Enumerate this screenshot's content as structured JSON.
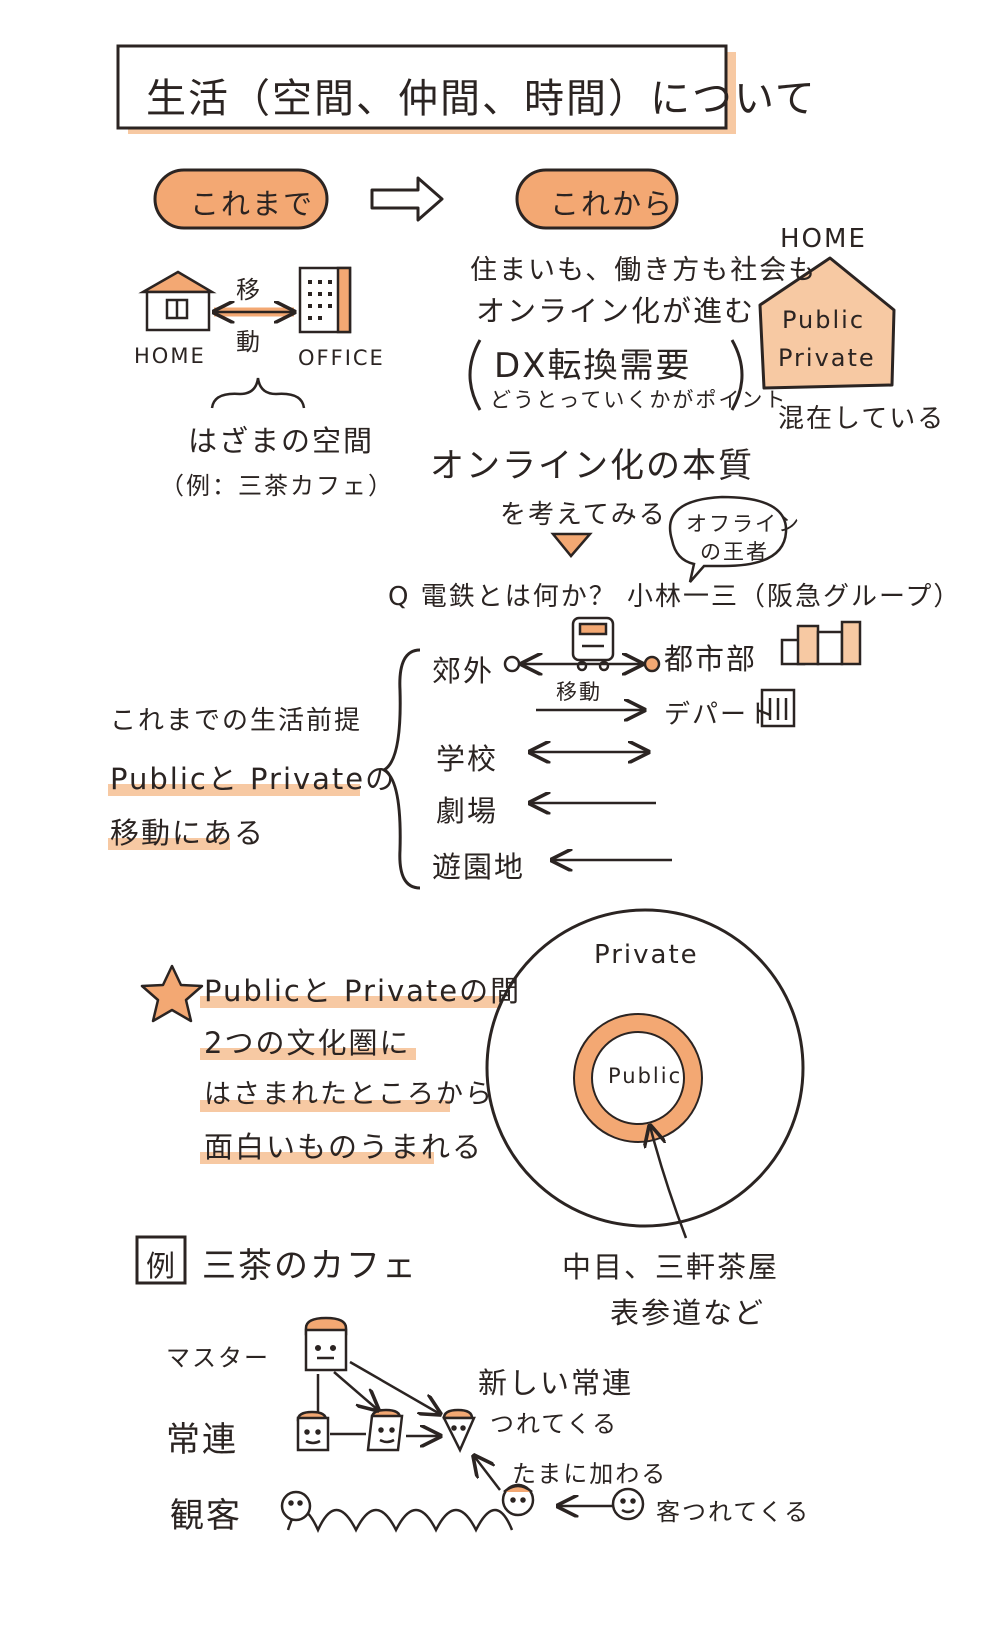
{
  "title": "生活（空間、仲間、時間）について",
  "pill_before": "これまで",
  "pill_after": "これから",
  "left": {
    "move_top": "移",
    "move_bottom": "動",
    "home": "HOME",
    "office": "OFFICE",
    "between": "はざまの空間",
    "example": "（例：三茶カフェ）"
  },
  "right": {
    "line1": "住まいも、働き方も社会も",
    "line2": "オンライン化が進む",
    "dx": "DX転換需要",
    "dx_sub": "どうとっていくかがポイント",
    "home_label": "HOME",
    "house_public": "Public",
    "house_private": "Private",
    "mixed": "混在している"
  },
  "essence1": "オンライン化の本質",
  "essence2": "を考えてみる",
  "bubble1": "オフライン",
  "bubble2": "の王者",
  "question": "Q 電鉄とは何か？ 小林一三（阪急グループ）",
  "premise": {
    "line1": "これまでの生活前提",
    "line2": "Publicと Privateの",
    "line3": "移動にある"
  },
  "rail": {
    "suburb": "郊外",
    "city": "都市部",
    "move": "移動",
    "dept": "デパート",
    "school": "学校",
    "theater": "劇場",
    "park": "遊園地"
  },
  "star": {
    "line1": "Publicと Privateの間",
    "line2": "2つの文化圏に",
    "line3": "はさまれたところから",
    "line4": "面白いものうまれる"
  },
  "circle": {
    "private": "Private",
    "public": "Public",
    "note1": "中目、三軒茶屋",
    "note2": "表参道など"
  },
  "cafe": {
    "badge": "例",
    "title": "三茶のカフェ",
    "master": "マスター",
    "regular": "常連",
    "audience": "観客",
    "new1": "新しい常連",
    "new2": "つれてくる",
    "sometimes": "たまに加わる",
    "brings": "客つれてくる"
  },
  "colors": {
    "accent": "#f3a873",
    "accent_light": "#f7c9a3",
    "ink": "#2b2422"
  }
}
